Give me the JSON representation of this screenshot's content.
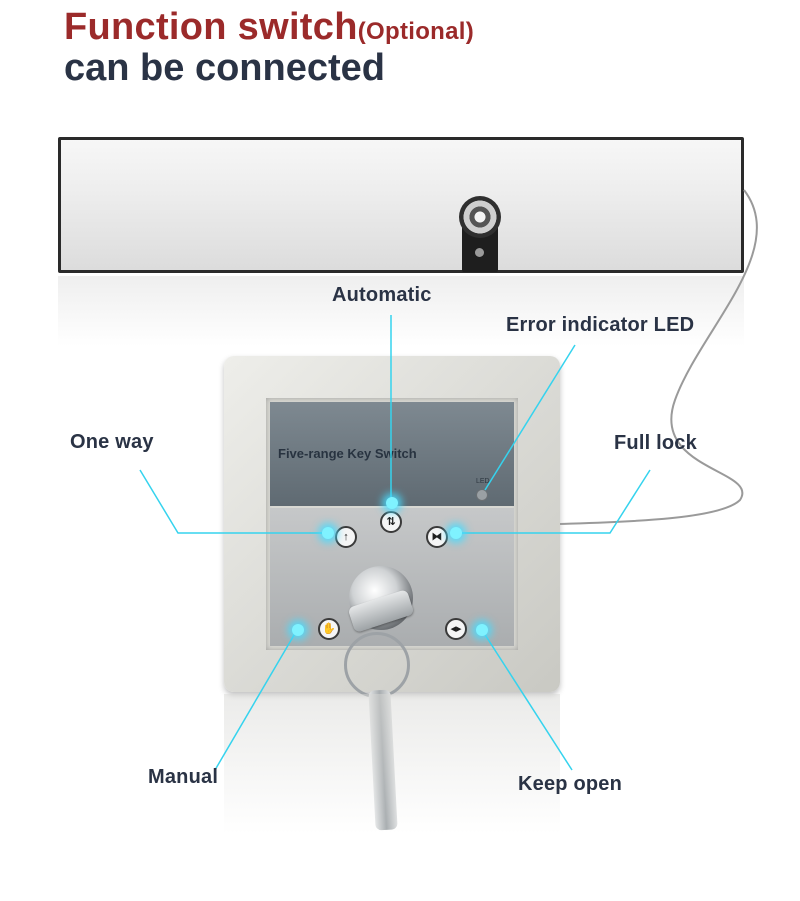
{
  "title": {
    "line1_main": "Function switch",
    "line1_optional": "(Optional)",
    "line2": "can be connected"
  },
  "switch_panel": {
    "label": "Five-range Key Switch",
    "led_label": "LED"
  },
  "callouts": {
    "automatic": "Automatic",
    "error_led": "Error indicator LED",
    "one_way": "One way",
    "full_lock": "Full lock",
    "manual": "Manual",
    "keep_open": "Keep open"
  },
  "icons": {
    "automatic": "up-down-arrows-icon",
    "one_way": "up-arrow-icon",
    "full_lock": "closed-doors-icon",
    "manual": "hand-icon",
    "keep_open": "open-doors-icon"
  },
  "colors": {
    "title_accent": "#9b2a2a",
    "title_dark": "#2a3345",
    "label_text": "#2a3345",
    "callout_line": "#35d3ee",
    "glow": "#7ff2ff"
  }
}
